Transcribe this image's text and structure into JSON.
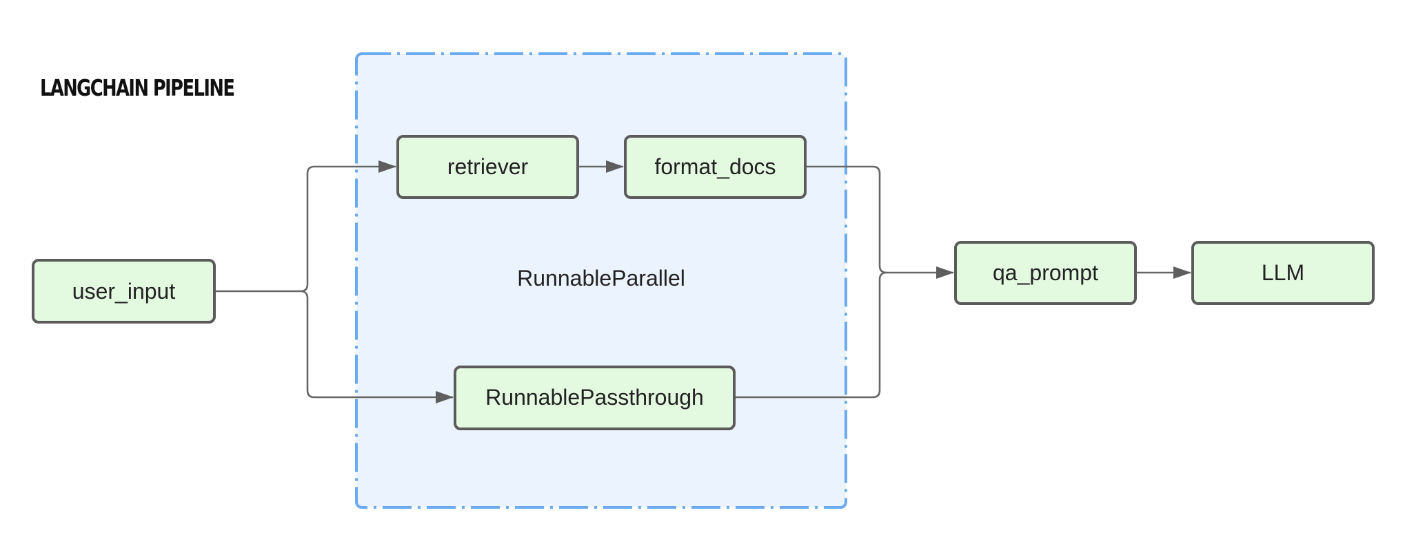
{
  "diagram": {
    "title": "LANGCHAIN PIPELINE",
    "group": {
      "label": "RunnableParallel"
    },
    "nodes": {
      "user_input": "user_input",
      "retriever": "retriever",
      "format_docs": "format_docs",
      "passthrough": "RunnablePassthrough",
      "qa_prompt": "qa_prompt",
      "llm": "LLM"
    },
    "colors": {
      "node_fill": "#e3f9e0",
      "node_border": "#5b5b5b",
      "group_fill": "#ebf3fe",
      "group_border": "#6aaaf0",
      "edge": "#666666"
    }
  }
}
